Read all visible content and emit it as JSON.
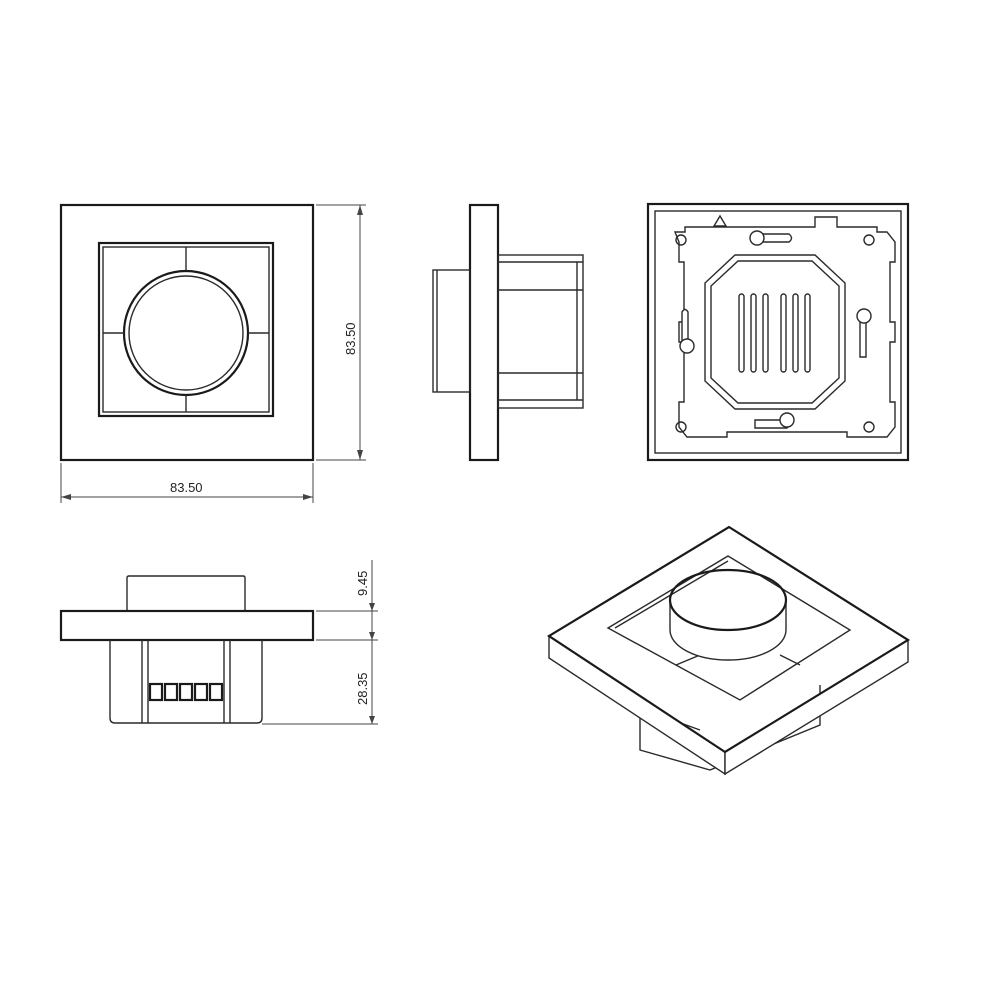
{
  "dimensions": {
    "front_height": "83.50",
    "front_width": "83.50",
    "knob_height": "9.45",
    "body_depth": "28.35"
  },
  "colors": {
    "line": "#2a2a2a",
    "background": "#ffffff"
  }
}
